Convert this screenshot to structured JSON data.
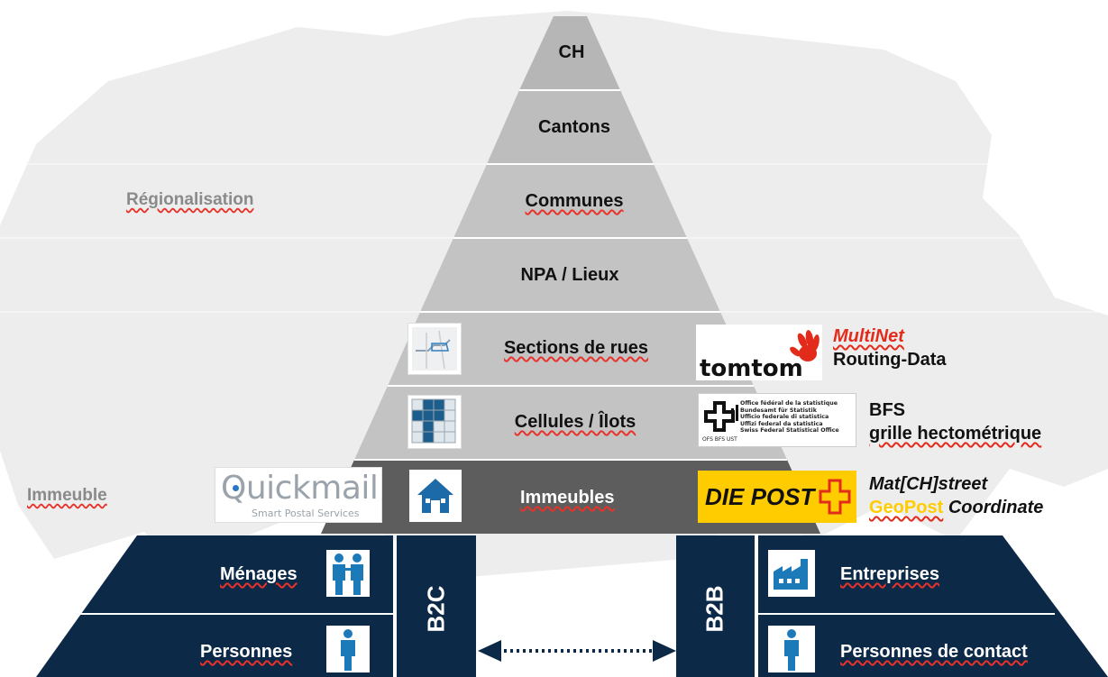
{
  "colors": {
    "pyramid_light": "#c3c3c3",
    "pyramid_mid": "#b8b8b8",
    "immeuble_band": "#5d5d5d",
    "navy": "#0d2948",
    "accent_red": "#e32b1b",
    "post_yellow": "#ffcc00",
    "icon_blue": "#1d7ab8"
  },
  "side_labels": {
    "regionalisation": "Régionalisation",
    "immeuble": "Immeuble"
  },
  "levels": {
    "ch": "CH",
    "cantons": "Cantons",
    "communes": "Communes",
    "npa": "NPA / Lieux",
    "sections": "Sections de rues",
    "cellules": "Cellules / Îlots",
    "immeubles": "Immeubles"
  },
  "providers": {
    "tomtom": {
      "logo": "tomtom",
      "line1": "MultiNet",
      "line2": "Routing-Data"
    },
    "bfs": {
      "logo_lines": [
        "Office fédéral de la statistique",
        "Bundesamt für Statistik",
        "Ufficio federale di statistica",
        "Uffizi federal da statistica",
        "Swiss Federal Statistical Office"
      ],
      "logo_abbr": "OFS BFS UST",
      "line1": "BFS",
      "line2": "grille hectométrique"
    },
    "quickmail": {
      "logo": "Quickmail",
      "tagline": "Smart Postal Services"
    },
    "post": {
      "logo": "DIE POST",
      "line1": "Mat[CH]street",
      "line2a": "GeoPost",
      "line2b": "Coordinate"
    }
  },
  "bottom": {
    "menages": "Ménages",
    "personnes": "Personnes",
    "b2c": "B2C",
    "b2b": "B2B",
    "entreprises": "Entreprises",
    "personnes_contact": "Personnes de contact"
  }
}
